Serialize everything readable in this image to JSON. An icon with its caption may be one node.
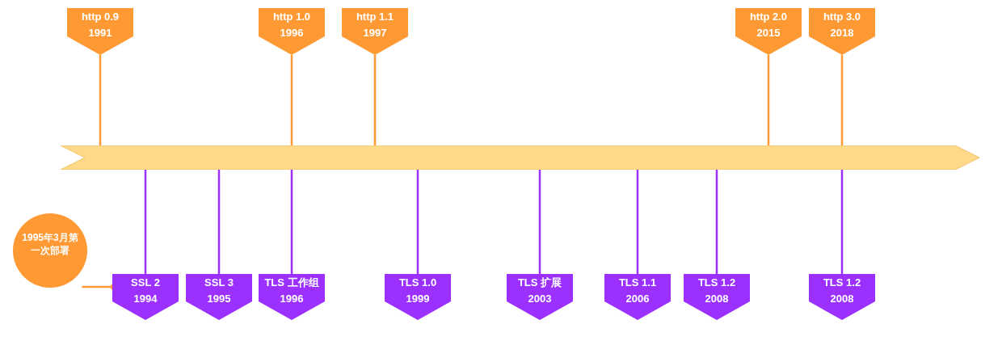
{
  "diagram": {
    "nodes": [
      {
        "text": [],
        "shape": "arrow"
      },
      {
        "text": [
          "http 0.9",
          "1991"
        ]
      },
      {
        "text": [
          "http 1.0",
          "1996"
        ]
      },
      {
        "text": [
          "http 1.1",
          "1997"
        ]
      },
      {
        "text": [
          "http 2.0",
          "2015"
        ]
      },
      {
        "text": [
          "http 3.0",
          "2018"
        ]
      },
      {
        "text": [
          "SSL 2",
          "1994"
        ]
      },
      {
        "text": [
          "SSL 3",
          "1995"
        ]
      },
      {
        "text": [
          "TLS 工作组",
          "1996"
        ]
      },
      {
        "text": [
          "TLS 1.0",
          "1999"
        ]
      },
      {
        "text": [
          "TLS 扩展",
          "2003"
        ]
      },
      {
        "text": [
          "TLS 1.1",
          "2006"
        ]
      },
      {
        "text": [
          "TLS 1.2",
          "2008"
        ]
      },
      {
        "text": [
          "TLS 1.2",
          "2008"
        ]
      },
      {
        "text": [
          "1995年3月第一次部署"
        ]
      }
    ],
    "edges": [
      {
        "from": 1,
        "to": 0,
        "arrow": "none",
        "color": "#ff9933"
      },
      {
        "from": 2,
        "to": 0,
        "arrow": "none",
        "color": "#ff9933"
      },
      {
        "from": 3,
        "to": 0,
        "arrow": "none",
        "color": "#ff9933"
      },
      {
        "from": 4,
        "to": 0,
        "arrow": "none",
        "color": "#ff9933"
      },
      {
        "from": 5,
        "to": 0,
        "arrow": "none",
        "color": "#ff9933"
      },
      {
        "from": 6,
        "to": 0,
        "arrow": "none"
      },
      {
        "from": 7,
        "to": 0,
        "arrow": "none"
      },
      {
        "from": 8,
        "to": 0,
        "arrow": "none"
      },
      {
        "from": 9,
        "to": 0,
        "arrow": "none"
      },
      {
        "from": 10,
        "to": 0,
        "arrow": "none"
      },
      {
        "from": 11,
        "to": 0,
        "arrow": "none"
      },
      {
        "from": 12,
        "to": 0,
        "arrow": "none"
      },
      {
        "from": 13,
        "to": 0,
        "arrow": "none"
      },
      {
        "from": 14,
        "to": 6,
        "arrow": "other",
        "color": "#ff9933"
      }
    ]
  }
}
